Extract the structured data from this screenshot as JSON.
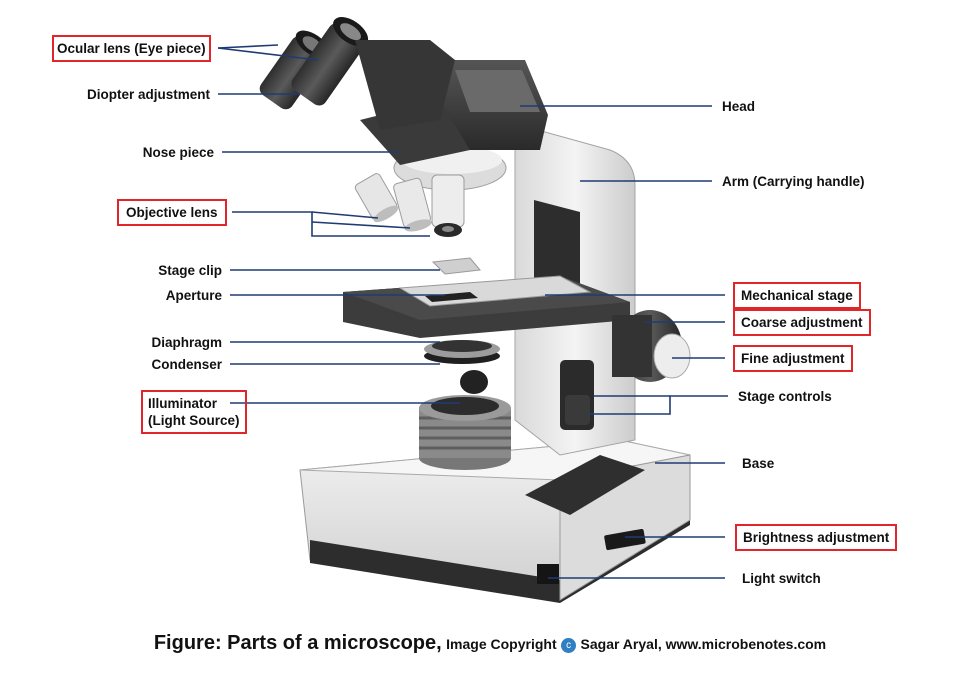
{
  "labels": {
    "ocular_lens": "Ocular lens (Eye piece)",
    "diopter_adjustment": "Diopter adjustment",
    "nose_piece": "Nose piece",
    "objective_lens": "Objective lens",
    "stage_clip": "Stage clip",
    "aperture": "Aperture",
    "diaphragm": "Diaphragm",
    "condenser": "Condenser",
    "illuminator_line1": "Illuminator",
    "illuminator_line2": "(Light Source)",
    "head": "Head",
    "arm": "Arm (Carrying handle)",
    "mechanical_stage": "Mechanical stage",
    "coarse_adjustment": "Coarse adjustment",
    "fine_adjustment": "Fine adjustment",
    "stage_controls": "Stage controls",
    "base": "Base",
    "brightness_adjustment": "Brightness adjustment",
    "light_switch": "Light switch"
  },
  "caption": {
    "main": "Figure: Parts of a microscope,",
    "credit_prefix": "Image Copyright",
    "copyright_symbol": "c",
    "credit_text": "Sagar Aryal, www.microbenotes.com"
  },
  "colors": {
    "leader_line": "#1f3b73",
    "highlight_box": "#e0262b",
    "body_light": "#e8e8e8",
    "body_dark": "#3a3a3a"
  }
}
